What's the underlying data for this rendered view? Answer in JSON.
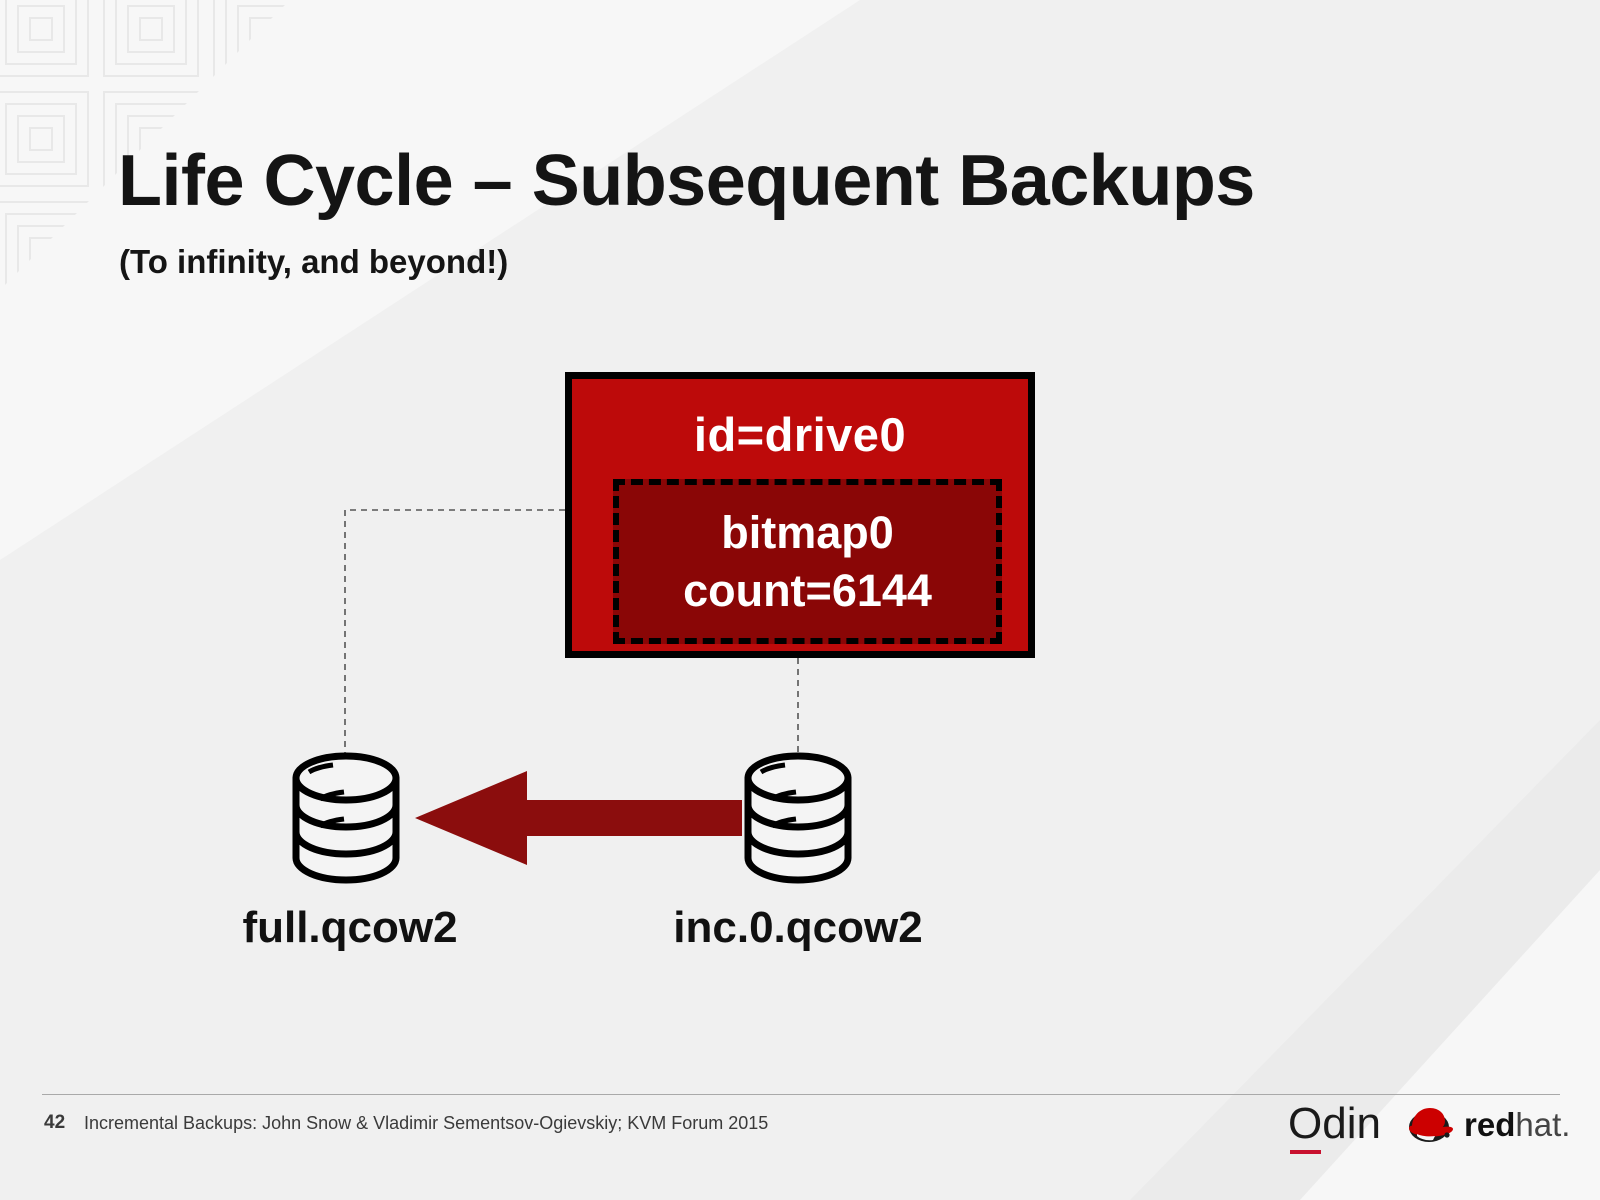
{
  "slide": {
    "title": "Life Cycle – Subsequent Backups",
    "subtitle": "(To infinity, and beyond!)"
  },
  "diagram": {
    "drive_box": {
      "title": "id=drive0",
      "bitmap_name": "bitmap0",
      "bitmap_count": "count=6144"
    },
    "disks": [
      {
        "label": "full.qcow2"
      },
      {
        "label": "inc.0.qcow2"
      }
    ],
    "arrow": {
      "direction": "left",
      "from": "inc.0.qcow2",
      "to": "full.qcow2"
    }
  },
  "footer": {
    "page_number": "42",
    "text": "Incremental Backups: John Snow & Vladimir Sementsov-Ogievskiy; KVM Forum 2015",
    "logos": {
      "odin": "Odin",
      "redhat_bold": "red",
      "redhat_light": "hat."
    }
  },
  "colors": {
    "background": "#f0f0f0",
    "drive_box_fill": "#bd0a0a",
    "bitmap_box_fill": "#8a0606",
    "box_border": "#000000",
    "arrow": "#8b0d0d",
    "text_dark": "#141414",
    "text_light": "#ffffff",
    "footer_text": "#3a3a3a",
    "odin_accent": "#c8102e"
  },
  "icons": {
    "disk": "database-cylinder-icon",
    "redhat": "redhat-fedora-icon",
    "arrow": "left-arrow-icon"
  }
}
